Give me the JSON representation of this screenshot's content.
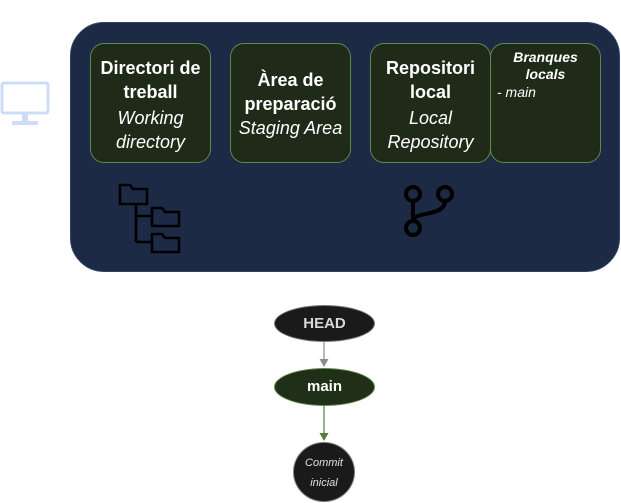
{
  "working_dir": {
    "title": "Directori de treball",
    "subtitle": "Working directory"
  },
  "staging": {
    "title": "Àrea de preparació",
    "subtitle": "Staging Area"
  },
  "repo": {
    "title": "Repositori local",
    "subtitle": "Local Repository"
  },
  "branches": {
    "title": "Branques locals",
    "item": "- main"
  },
  "graph": {
    "head": "HEAD",
    "main": "main",
    "commit": "Commit inicial"
  },
  "icons": {
    "computer": "computer-icon",
    "folder_tree": "folder-tree-icon",
    "git_branch": "git-branch-icon"
  }
}
